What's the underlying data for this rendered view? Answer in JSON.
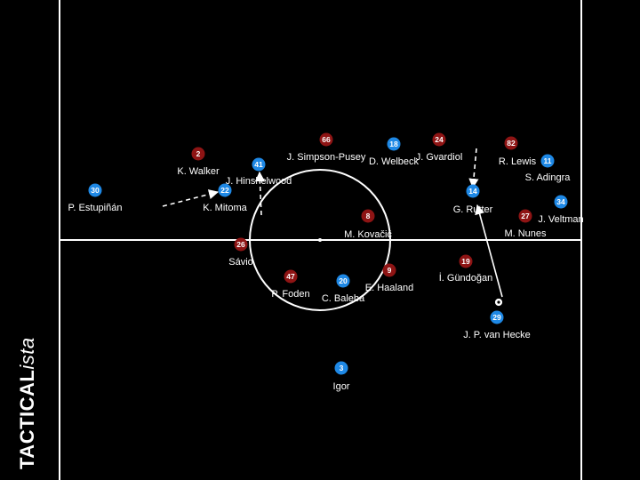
{
  "brand": {
    "part1": "TACTICAL",
    "part2": "ista"
  },
  "colors": {
    "home": "#1e88e5",
    "away": "#8e1414",
    "lines": "#ffffff",
    "background": "#000000"
  },
  "teams": {
    "home_players": [
      {
        "number": "30",
        "name": "P. Estupiñán"
      },
      {
        "number": "22",
        "name": "K. Mitoma"
      },
      {
        "number": "41",
        "name": "J. Hinshelwood"
      },
      {
        "number": "18",
        "name": "D. Welbeck"
      },
      {
        "number": "14",
        "name": "G. Rutter"
      },
      {
        "number": "11",
        "name": "S. Adingra"
      },
      {
        "number": "34",
        "name": "J. Veltman"
      },
      {
        "number": "20",
        "name": "C. Baleba"
      },
      {
        "number": "29",
        "name": "J. P. van Hecke"
      },
      {
        "number": "3",
        "name": "Igor"
      }
    ],
    "away_players": [
      {
        "number": "2",
        "name": "K. Walker"
      },
      {
        "number": "66",
        "name": "J. Simpson-Pusey"
      },
      {
        "number": "24",
        "name": "J. Gvardiol"
      },
      {
        "number": "82",
        "name": "R. Lewis"
      },
      {
        "number": "27",
        "name": "M. Nunes"
      },
      {
        "number": "8",
        "name": "M. Kovačić"
      },
      {
        "number": "26",
        "name": "Sávio"
      },
      {
        "number": "47",
        "name": "P. Foden"
      },
      {
        "number": "9",
        "name": "E. Haaland"
      },
      {
        "number": "19",
        "name": "İ. Gündoğan"
      }
    ]
  },
  "ball": {
    "icon": "football-icon",
    "holder": "J. P. van Hecke"
  },
  "movements": [
    {
      "player": "P. Estupiñán",
      "style": "dashed"
    },
    {
      "player": "J. Hinshelwood",
      "style": "dashed"
    },
    {
      "player": "G. Rutter",
      "style": "dashed"
    },
    {
      "from": "J. P. van Hecke",
      "to": "G. Rutter",
      "style": "solid",
      "type": "pass"
    }
  ]
}
